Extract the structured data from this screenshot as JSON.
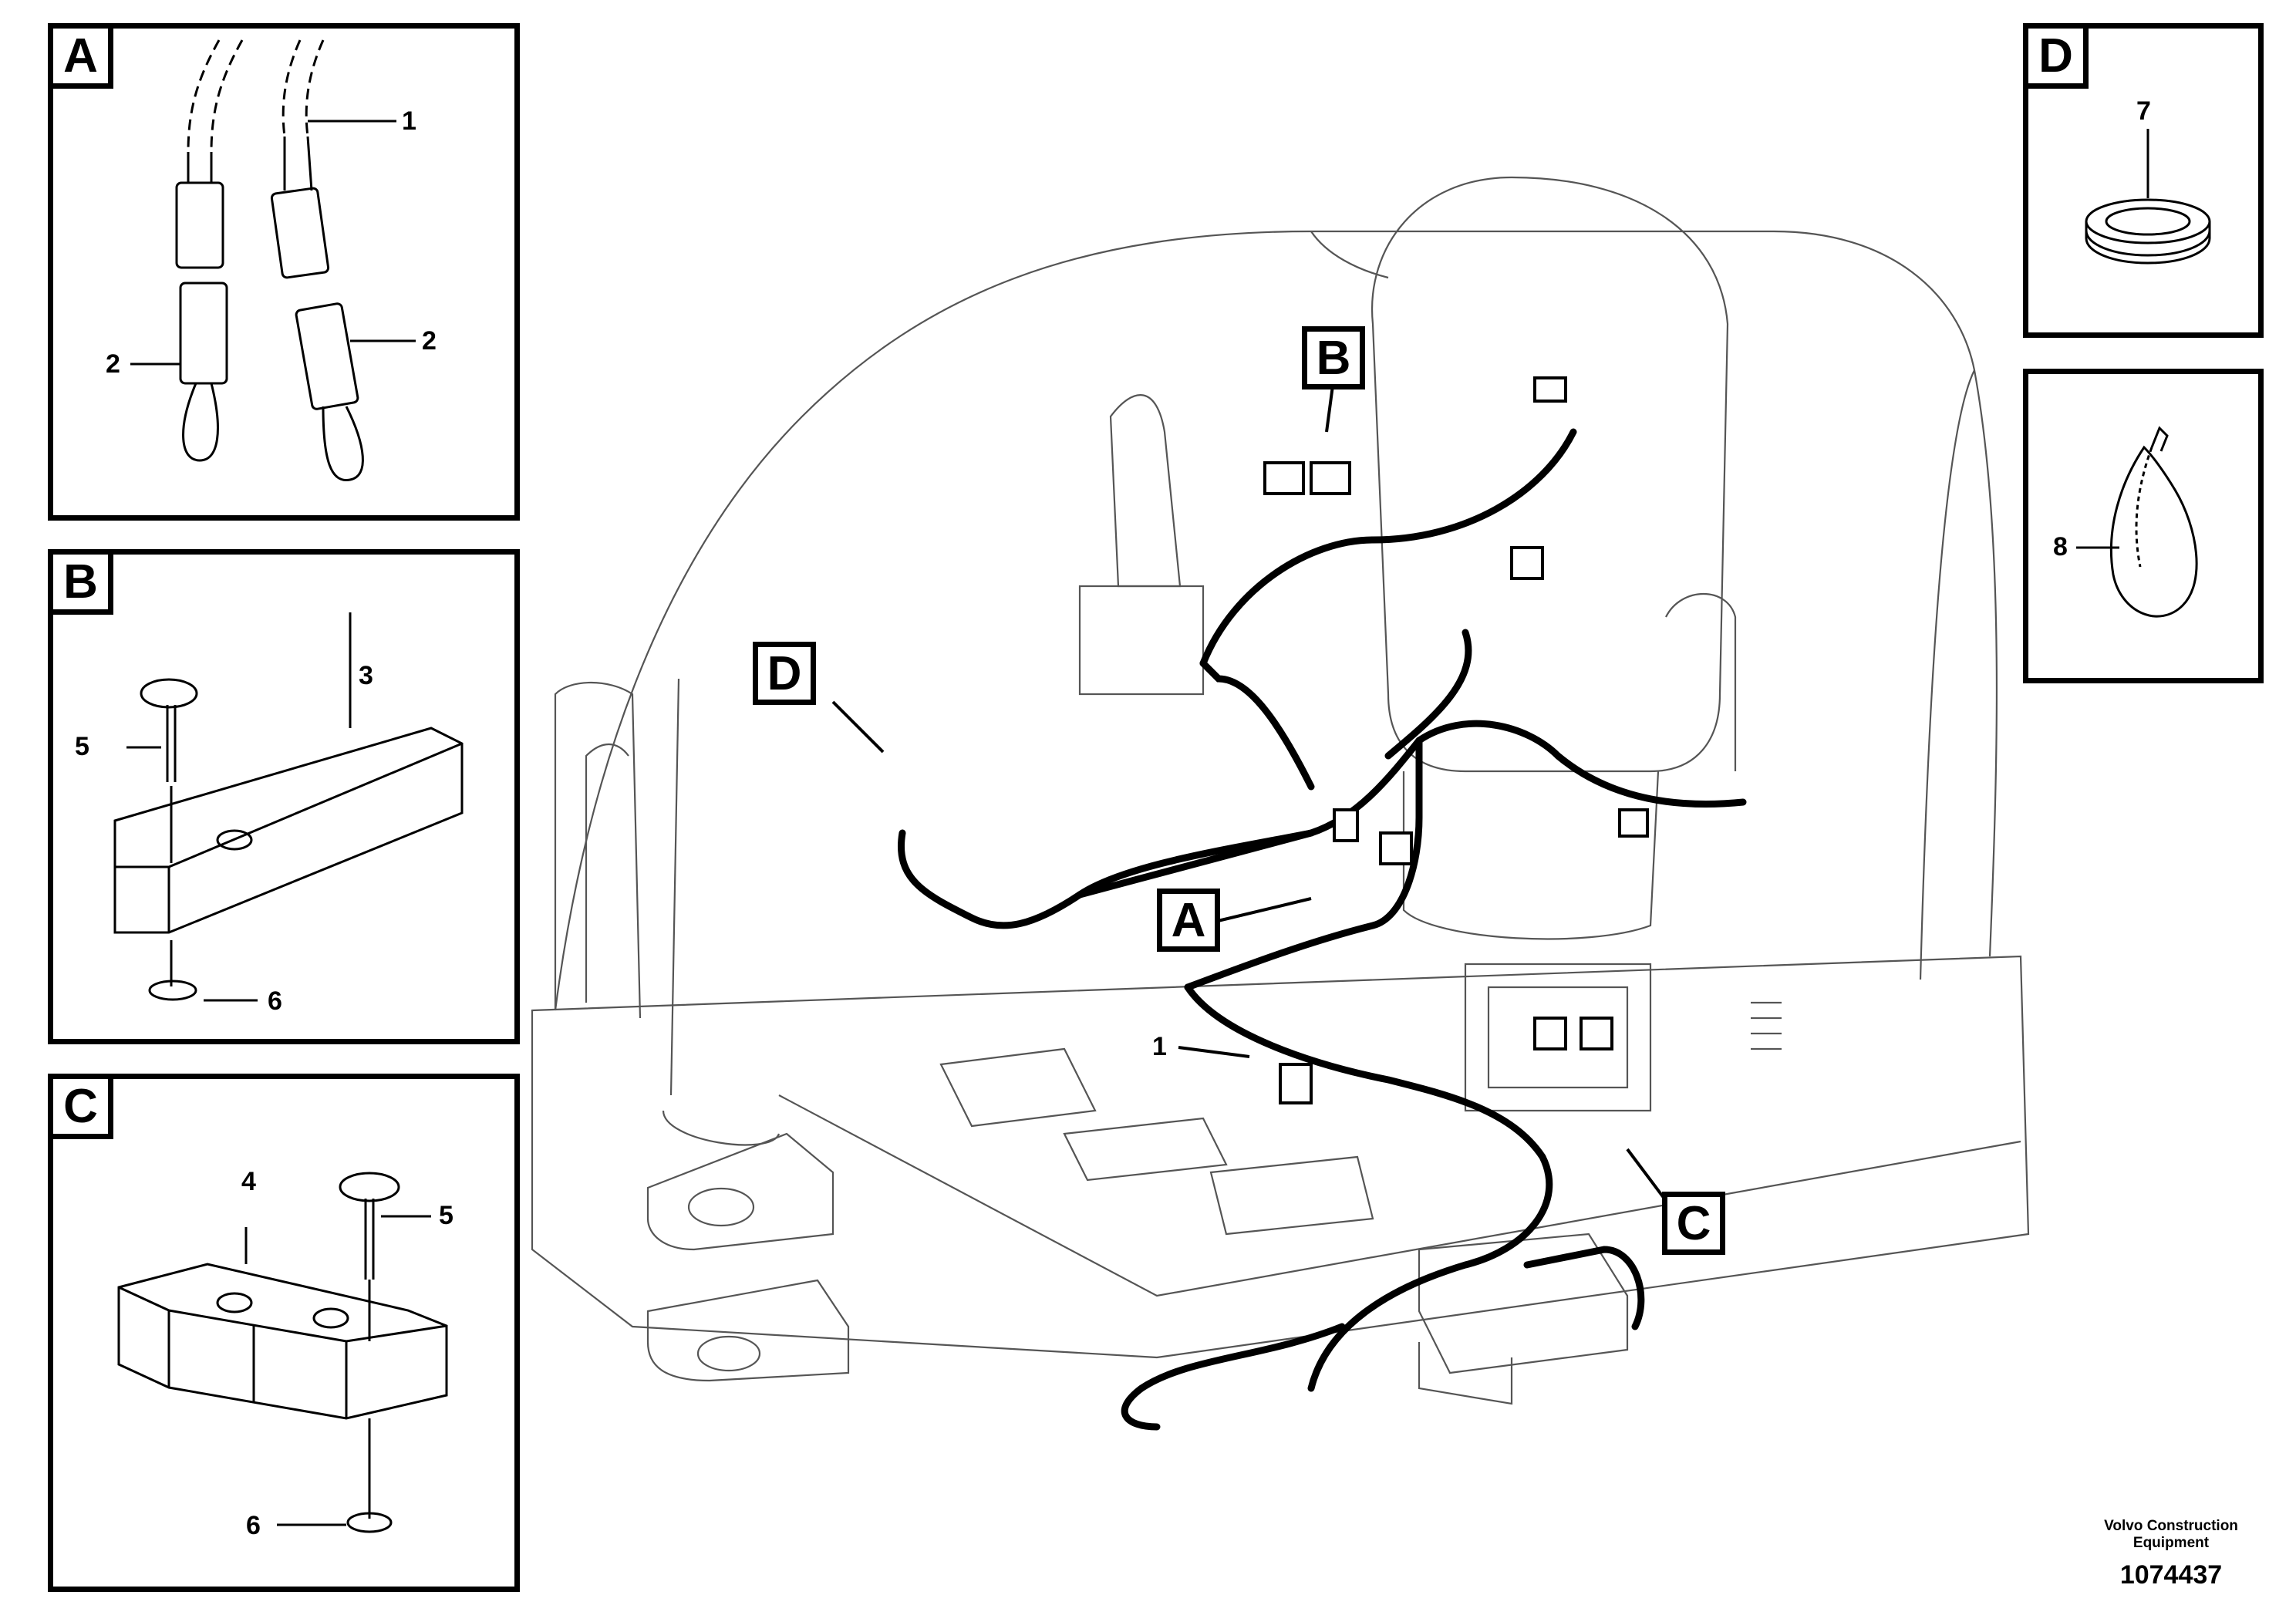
{
  "panels": {
    "A": {
      "label": "A",
      "items": [
        "1",
        "2",
        "2"
      ]
    },
    "B": {
      "label": "B",
      "items": [
        "3",
        "5",
        "6"
      ]
    },
    "C": {
      "label": "C",
      "items": [
        "4",
        "5",
        "6"
      ]
    },
    "D": {
      "label": "D",
      "items": [
        "7"
      ]
    },
    "E": {
      "items": [
        "8"
      ]
    }
  },
  "main_callouts": {
    "A": "A",
    "B": "B",
    "C": "C",
    "D": "D",
    "item1": "1"
  },
  "footer": {
    "brand_line1": "Volvo Construction",
    "brand_line2": "Equipment",
    "doc_number": "1074437"
  }
}
